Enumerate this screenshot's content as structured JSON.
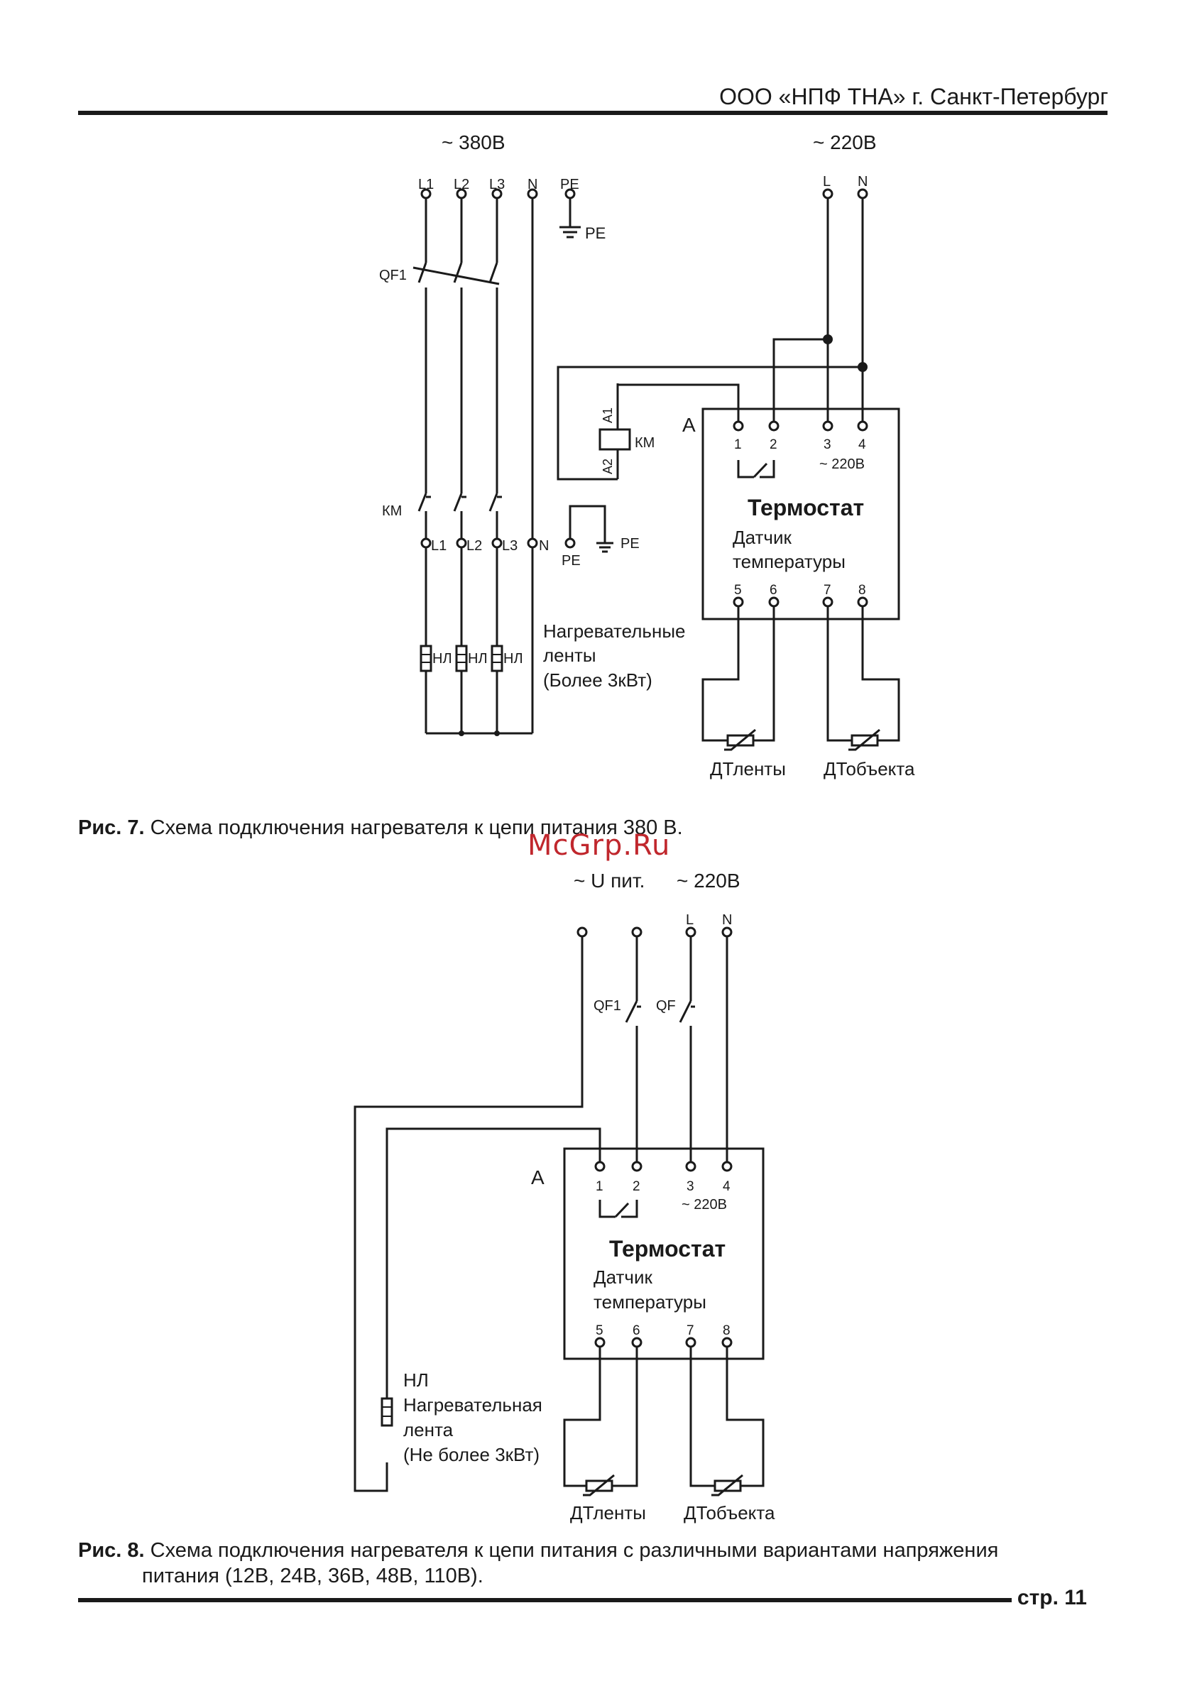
{
  "header": {
    "company": "ООО «НПФ ТНА» г. Санкт-Петербург"
  },
  "watermark": "McGrp.Ru",
  "page_number": "стр. 11",
  "fig7": {
    "caption_label": "Рис. 7.",
    "caption_text": "Схема подключения нагревателя к цепи питания 380 В.",
    "supply_380": "~ 380В",
    "supply_220": "~ 220В",
    "term_L1": "L1",
    "term_L2": "L2",
    "term_L3": "L3",
    "term_N": "N",
    "term_PE": "PE",
    "term_L": "L",
    "term_N2": "N",
    "pe_label": "PE",
    "qf1": "QF1",
    "km_coil": "КМ",
    "a1": "A1",
    "a2": "A2",
    "km_contacts": "КМ",
    "out_L1": "L1",
    "out_L2": "L2",
    "out_L3": "L3",
    "out_N": "N",
    "pe2_left": "PE",
    "pe2_right": "PE",
    "hl1": "НЛ",
    "hl2": "НЛ",
    "hl3": "НЛ",
    "heaters_line1": "Нагревательные",
    "heaters_line2": "ленты",
    "heaters_line3": "(Более 3кВт)",
    "device_label": "А",
    "pin1": "1",
    "pin2": "2",
    "pin3": "3",
    "pin4": "4",
    "pin5": "5",
    "pin6": "6",
    "pin7": "7",
    "pin8": "8",
    "pin_supply": "~ 220В",
    "device_title": "Термостат",
    "device_sub1": "Датчик",
    "device_sub2": "температуры",
    "sensor1": "ДТленты",
    "sensor2": "ДТобъекта"
  },
  "fig8": {
    "caption_label": "Рис. 8.",
    "caption_text": "Схема подключения нагревателя к цепи питания с различными вариантами напряжения",
    "caption_text2": "питания (12В, 24В, 36В, 48В, 110В).",
    "supply_u": "~ U пит.",
    "supply_220": "~ 220В",
    "term_L": "L",
    "term_N": "N",
    "qf1": "QF1",
    "qf": "QF",
    "device_label": "А",
    "pin1": "1",
    "pin2": "2",
    "pin3": "3",
    "pin4": "4",
    "pin5": "5",
    "pin6": "6",
    "pin7": "7",
    "pin8": "8",
    "pin_supply": "~ 220В",
    "device_title": "Термостат",
    "device_sub1": "Датчик",
    "device_sub2": "температуры",
    "heater_line1": "НЛ",
    "heater_line2": "Нагревательная",
    "heater_line3": "лента",
    "heater_line4": "(Не более 3кВт)",
    "sensor1": "ДТленты",
    "sensor2": "ДТобъекта"
  }
}
